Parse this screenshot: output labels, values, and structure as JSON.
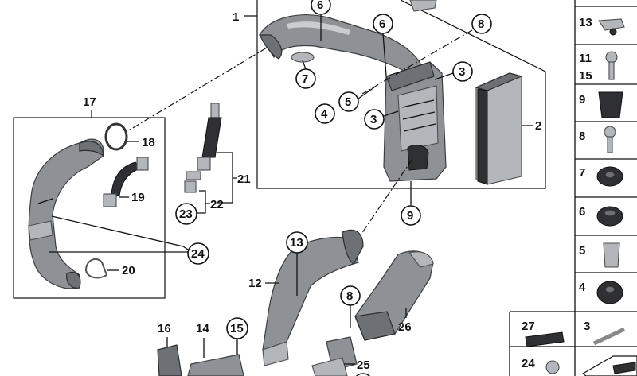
{
  "diagram": {
    "callouts": {
      "c1": "1",
      "c2": "2",
      "c3a": "3",
      "c3b": "3",
      "c4": "4",
      "c5": "5",
      "c6a": "6",
      "c6b": "6",
      "c7": "7",
      "c8a": "8",
      "c8b": "8",
      "c9": "9",
      "c12": "12",
      "c13": "13",
      "c14": "14",
      "c15": "15",
      "c16": "16",
      "c17": "17",
      "c18": "18",
      "c19": "19",
      "c20": "20",
      "c21": "21",
      "c22": "22",
      "c23": "23",
      "c24": "24",
      "c25": "25",
      "c26": "26"
    },
    "legend": {
      "r13": "13",
      "r11": "11",
      "r15": "15",
      "r9": "9",
      "r8": "8",
      "r7": "7",
      "r6": "6",
      "r5": "5",
      "r4": "4",
      "r27": "27",
      "r3": "3",
      "r24": "24"
    }
  }
}
